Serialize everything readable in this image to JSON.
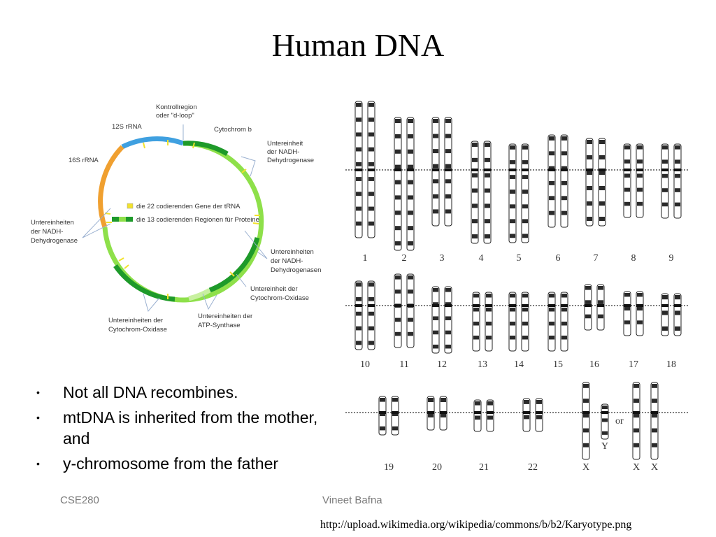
{
  "slide": {
    "title": "Human DNA",
    "footer_left": "CSE280",
    "footer_center": "Vineet Bafna",
    "source_url": "http://upload.wikimedia.org/wikipedia/commons/b/b2/Karyotype.png"
  },
  "bullets": [
    "Not all DNA recombines.",
    "mtDNA is inherited from the mother, and",
    "y-chromosome from the father"
  ],
  "mtdna_diagram": {
    "labels": {
      "control_region_1": "Kontrollregion",
      "control_region_2": "oder \"d-loop\"",
      "rrna_12s": "12S rRNA",
      "cytochrom_b": "Cytochrom b",
      "rrna_16s": "16S rRNA",
      "nadh_top_1": "Untereinheit",
      "nadh_top_2": "der  NADH-",
      "nadh_top_3": "Dehydrogenase",
      "nadh_left_1": "Untereinheiten",
      "nadh_left_2": "der NADH-",
      "nadh_left_3": "Dehydrogenase",
      "nadh_right_1": "Untereinheiten",
      "nadh_right_2": "der NADH-",
      "nadh_right_3": "Dehydrogenasen",
      "cox_right_1": "Untereinheit der",
      "cox_right_2": "Cytochrom-Oxidase",
      "atp_1": "Untereinheiten der",
      "atp_2": "ATP-Synthase",
      "cox_bottom_1": "Untereinheiten der",
      "cox_bottom_2": "Cytochrom-Oxidase"
    },
    "legend": {
      "trna": "die 22 codierenden Gene der tRNA",
      "proteins": "die 13 codierenden Regionen für Proteine"
    },
    "colors": {
      "orange": "#f0a030",
      "blue": "#3fa0e0",
      "green_dark": "#1e9a2a",
      "green_light": "#8ee04a",
      "yellow": "#f2e22c"
    }
  },
  "karyotype": {
    "row1": [
      "1",
      "2",
      "3",
      "4",
      "5",
      "6",
      "7",
      "8",
      "9"
    ],
    "row2": [
      "10",
      "11",
      "12",
      "13",
      "14",
      "15",
      "16",
      "17",
      "18"
    ],
    "row3": [
      "19",
      "20",
      "21",
      "22",
      "X",
      "X",
      "X"
    ],
    "y_label": "Y",
    "or_label": "or"
  }
}
